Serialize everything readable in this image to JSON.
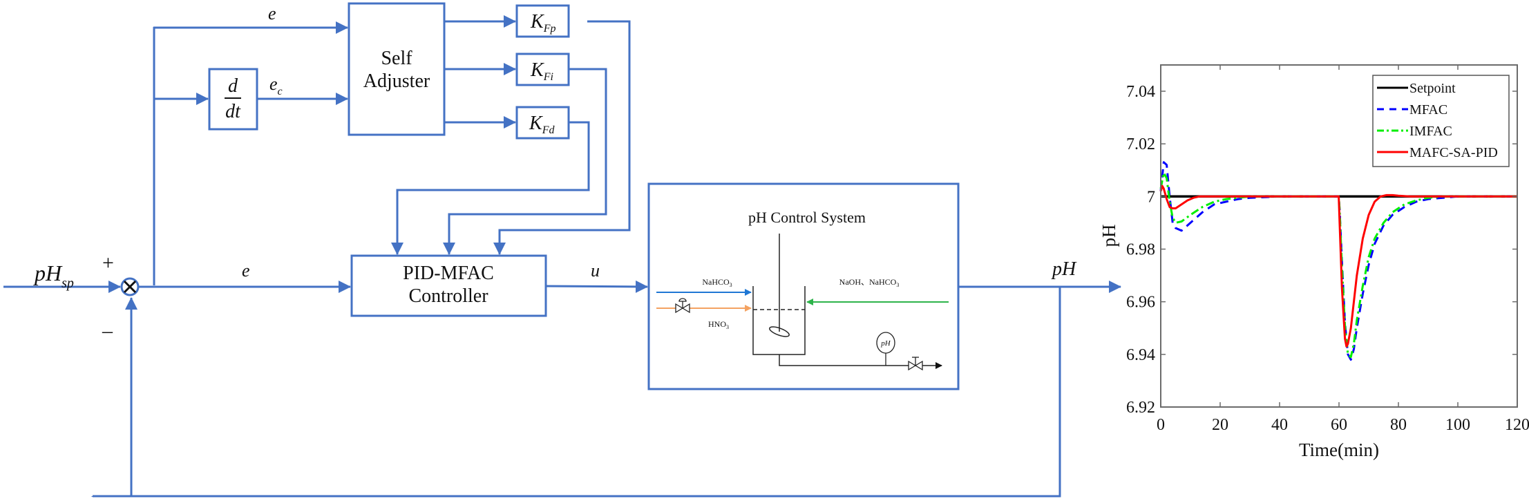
{
  "diagram": {
    "setpoint_label": "pH",
    "setpoint_sub": "sp",
    "plus_sign": "+",
    "minus_sign": "–",
    "error_label_top": "e",
    "error_label_main": "e",
    "derivative_num": "d",
    "derivative_den": "dt",
    "error_change_label": "e",
    "error_change_sub": "c",
    "self_adjuster_line1": "Self",
    "self_adjuster_line2": "Adjuster",
    "gains": [
      {
        "main": "K",
        "sub": "Fp"
      },
      {
        "main": "K",
        "sub": "Fi"
      },
      {
        "main": "K",
        "sub": "Fd"
      }
    ],
    "controller_line1": "PID-MFAC",
    "controller_line2": "Controller",
    "control_signal_label": "u",
    "output_label": "pH",
    "plant": {
      "title": "pH Control System",
      "stream1": "NaHCO",
      "stream1_sub": "3",
      "stream2": "HNO",
      "stream2_sub": "3",
      "stream3": "NaOH、NaHCO",
      "stream3_sub": "3",
      "sensor_label": "pH"
    },
    "colors": {
      "wire": "#4472c4",
      "stream_nahco3": "#1f77d4",
      "stream_hno3": "#f4a261",
      "stream_base": "#2db34a"
    }
  },
  "chart_data": {
    "type": "line",
    "title": "",
    "xlabel": "Time(min)",
    "ylabel": "pH",
    "xlim": [
      0,
      120
    ],
    "ylim": [
      6.92,
      7.05
    ],
    "xticks": [
      0,
      20,
      40,
      60,
      80,
      100,
      120
    ],
    "xtick_labels": [
      "0",
      "20",
      "40",
      "60",
      "80",
      "100",
      "120"
    ],
    "yticks": [
      6.92,
      6.94,
      6.96,
      6.98,
      7.0,
      7.02,
      7.04
    ],
    "ytick_labels": [
      "6.92",
      "6.94",
      "6.96",
      "6.98",
      "7",
      "7.02",
      "7.04"
    ],
    "grid": false,
    "legend_position": "top-right",
    "series": [
      {
        "name": "Setpoint",
        "color": "#000000",
        "dash": "solid",
        "x": [
          0,
          120
        ],
        "y": [
          7.0,
          7.0
        ]
      },
      {
        "name": "MFAC",
        "color": "#0000ff",
        "dash": "dashed",
        "x": [
          0,
          1,
          2,
          3,
          4,
          5,
          7,
          10,
          14,
          18,
          22,
          26,
          30,
          40,
          59.9,
          60.2,
          61,
          62,
          63,
          64,
          65,
          66,
          68,
          70,
          72,
          75,
          78,
          82,
          86,
          90,
          95,
          100,
          110,
          120
        ],
        "y": [
          7.002,
          7.013,
          7.012,
          7.0,
          6.99,
          6.988,
          6.987,
          6.99,
          6.994,
          6.997,
          6.998,
          6.999,
          6.9995,
          7.0,
          7.0,
          6.995,
          6.975,
          6.952,
          6.94,
          6.938,
          6.942,
          6.95,
          6.963,
          6.974,
          6.982,
          6.989,
          6.993,
          6.996,
          6.998,
          6.999,
          6.9995,
          7.0,
          7.0,
          7.0
        ]
      },
      {
        "name": "IMFAC",
        "color": "#00ee00",
        "dash": "dashdot",
        "x": [
          0,
          1,
          2,
          3,
          4,
          5,
          7,
          10,
          14,
          18,
          22,
          26,
          30,
          40,
          59.9,
          60.2,
          61,
          62,
          63,
          64,
          65,
          66,
          68,
          70,
          72,
          75,
          78,
          82,
          86,
          90,
          95,
          100,
          110,
          120
        ],
        "y": [
          7.003,
          7.009,
          7.007,
          6.998,
          6.992,
          6.99,
          6.9905,
          6.993,
          6.996,
          6.998,
          6.999,
          6.9995,
          7.0,
          7.0,
          7.0,
          6.995,
          6.973,
          6.951,
          6.94,
          6.939,
          6.944,
          6.953,
          6.966,
          6.977,
          6.984,
          6.99,
          6.994,
          6.997,
          6.9985,
          6.9995,
          7.0,
          7.0,
          7.0,
          7.0
        ]
      },
      {
        "name": "MAFC-SA-PID",
        "color": "#ff0000",
        "dash": "solid",
        "x": [
          0,
          0.5,
          1,
          2,
          3,
          4,
          5,
          7,
          9,
          11,
          13,
          16,
          20,
          40,
          59.9,
          60.2,
          61,
          62,
          62.5,
          63,
          64,
          65,
          66,
          68,
          70,
          72,
          74,
          76,
          78,
          80,
          84,
          90,
          100,
          120
        ],
        "y": [
          7.002,
          7.004,
          7.003,
          6.999,
          6.996,
          6.9955,
          6.9955,
          6.997,
          6.9985,
          6.9995,
          7.0,
          7.0,
          7.0,
          7.0,
          7.0,
          6.99,
          6.965,
          6.946,
          6.943,
          6.944,
          6.95,
          6.96,
          6.97,
          6.984,
          6.993,
          6.998,
          7.0,
          7.0005,
          7.0005,
          7.0003,
          7.0,
          7.0,
          7.0,
          7.0
        ]
      }
    ]
  }
}
